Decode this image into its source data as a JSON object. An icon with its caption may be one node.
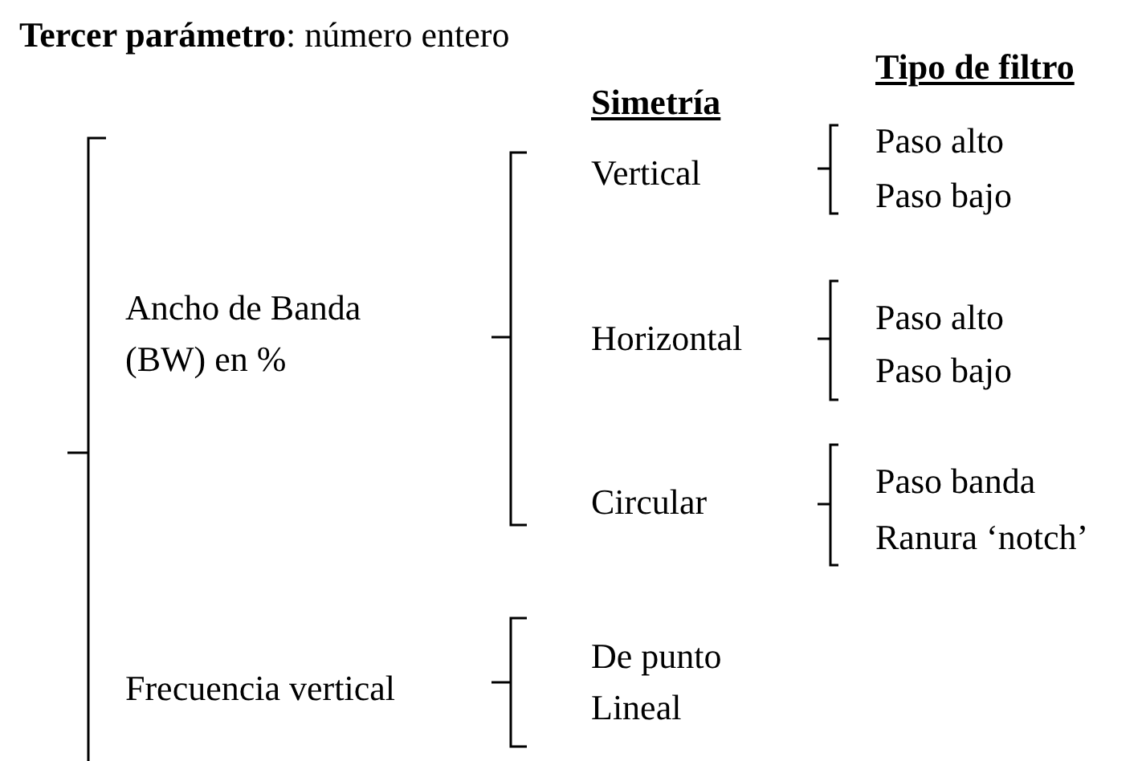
{
  "diagram": {
    "title": "**Tercer parámetro**: número entero",
    "labels": [
      "Tipo de filtro",
      "Simetría",
      "Paso alto",
      "Vertical",
      "Paso bajo",
      "Ancho de Banda (BW) en %",
      "Horizontal",
      "Paso alto",
      "Paso bajo",
      "Paso banda",
      "Circular",
      "Ranura ‘notch’",
      "De punto",
      "Frecuencia vertical",
      "Lineal"
    ]
  }
}
